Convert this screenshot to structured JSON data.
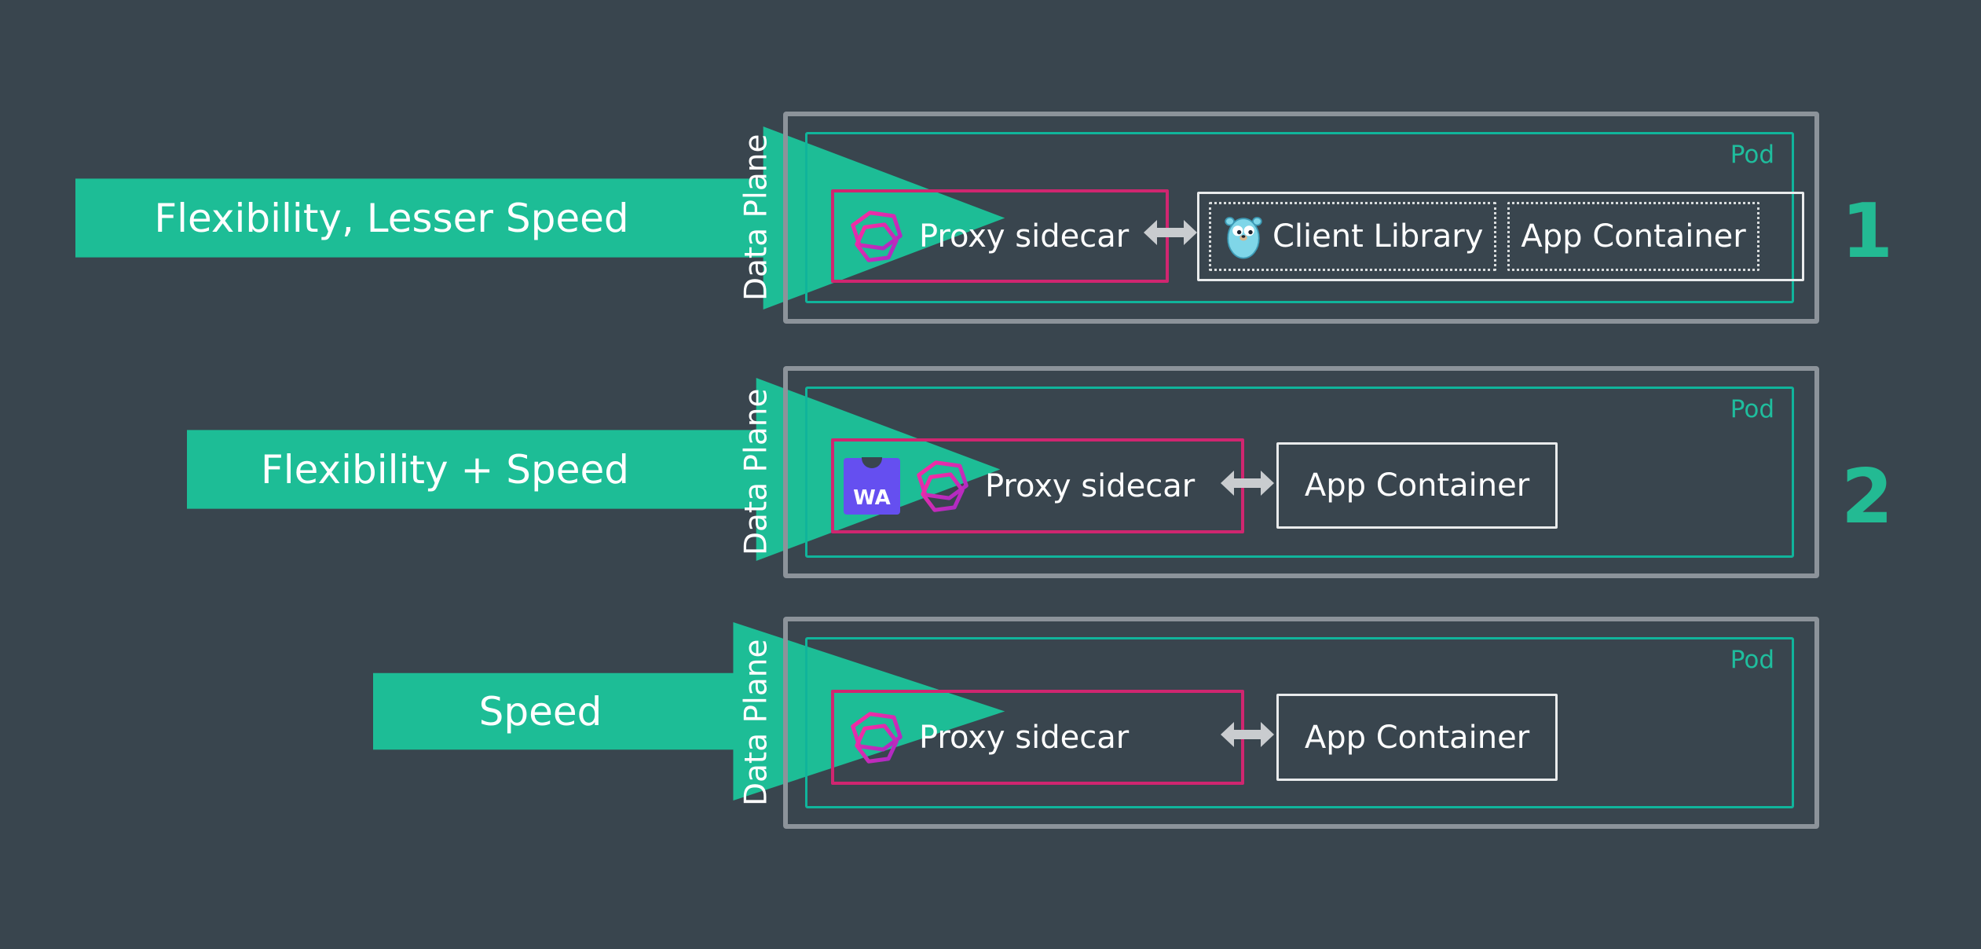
{
  "colors": {
    "background": "#39454e",
    "arrow_teal": "#1dbd96",
    "pod_border_teal": "#10b49b",
    "proxy_magenta": "#d02670",
    "outer_border_gray": "#8c939a",
    "box_border_white": "#e9ebec",
    "wasm_purple": "#654ff0",
    "gopher_blue": "#7fd6e8",
    "flow_arrow_gray": "#c9cccf",
    "text_white": "#ffffff"
  },
  "icons": {
    "proxy_logo": "envoy-proxy-icon",
    "client_library": "go-gopher-icon",
    "wasm": "webassembly-icon",
    "flow": "double-arrow-icon"
  },
  "rows": [
    {
      "arrow_label": "Flexibility, Lesser Speed",
      "data_plane": "Data Plane",
      "pod_label": "Pod",
      "proxy_label": "Proxy sidecar",
      "client_library_label": "Client Library",
      "app_container_label": "App Container",
      "number": "1"
    },
    {
      "arrow_label": "Flexibility + Speed",
      "data_plane": "Data Plane",
      "pod_label": "Pod",
      "wasm_label": "WA",
      "proxy_label": "Proxy sidecar",
      "app_container_label": "App Container",
      "number": "2"
    },
    {
      "arrow_label": "Speed",
      "data_plane": "Data Plane",
      "pod_label": "Pod",
      "proxy_label": "Proxy sidecar",
      "app_container_label": "App Container"
    }
  ]
}
